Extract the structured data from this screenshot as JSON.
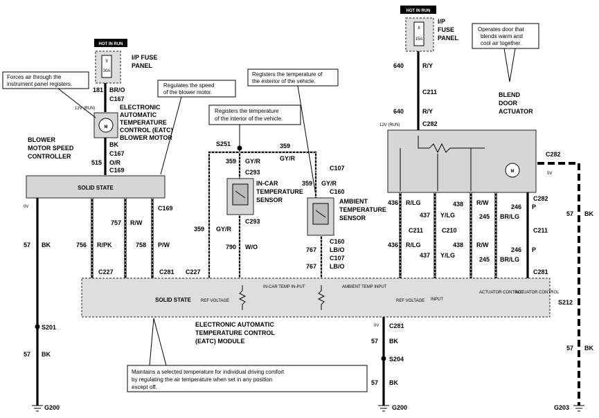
{
  "hot_in_run": "HOT IN RUN",
  "fuses": {
    "left": {
      "title_1": "I/P FUSE",
      "title_2": "PANEL",
      "num": "9",
      "amps": "30A"
    },
    "right": {
      "title_1": "I/P",
      "title_2": "FUSE",
      "title_3": "PANEL",
      "num": "8",
      "amps": "15A"
    }
  },
  "notes": {
    "forces_air_1": "Forces air through the",
    "forces_air_2": "instrument panel registers.",
    "regulates_speed_1": "Regulates the speed",
    "regulates_speed_2": "of the blower motor.",
    "incar_temp_1": "Registers the temperature",
    "incar_temp_2": "of the interior of the vehicle.",
    "exterior_temp_1": "Registers the temperature of",
    "exterior_temp_2": "the exterior of the vehicle.",
    "blend_door_1": "Operates door that",
    "blend_door_2": "blends warm and",
    "blend_door_3": "cool air together.",
    "maintains_1": "Maintains a selected temperature for individual driving comfort",
    "maintains_2": "by regulating the air temperature when set in any position",
    "maintains_3": "except off."
  },
  "components": {
    "blower_motor_1": "ELECTRONIC",
    "blower_motor_2": "AUTOMATIC",
    "blower_motor_3": "TEMPERATURE",
    "blower_motor_4": "CONTROL (EATC)",
    "blower_motor_5": "BLOWER MOTOR",
    "speed_ctrl_1": "BLOWER",
    "speed_ctrl_2": "MOTOR SPEED",
    "speed_ctrl_3": "CONTROLLER",
    "solid_state": "SOLID STATE",
    "incar_sensor_1": "IN-CAR",
    "incar_sensor_2": "TEMPERATURE",
    "incar_sensor_3": "SENSOR",
    "ambient_sensor_1": "AMBIENT",
    "ambient_sensor_2": "TEMPERATURE",
    "ambient_sensor_3": "SENSOR",
    "blend_actuator_1": "BLEND",
    "blend_actuator_2": "DOOR",
    "blend_actuator_3": "ACTUATOR",
    "module_1": "ELECTRONIC AUTOMATIC",
    "module_2": "TEMPERATURE CONTROL",
    "module_3": "(EATC) MODULE",
    "module_solid_state": "SOLID STATE"
  },
  "module_pins": {
    "ref_voltage_a": "REF VOLTAGE",
    "incar_temp_input": "IN-CAR TEMP IN-PUT",
    "ambient_temp_input": "AMBIENT TEMP INPUT",
    "ref_voltage_b": "REF VOLTAGE",
    "input": "INPUT",
    "actuator_ctrl_a": "ACTUATOR CONTROL",
    "actuator_ctrl_b": "ACTUATOR CONTROL"
  },
  "wires": {
    "c181": "181",
    "c181_color": "BR/O",
    "c515": "515",
    "c515_color": "O/R",
    "c757": "757",
    "c757_color": "R/W",
    "c756": "756",
    "c756_color": "R/PK",
    "c758": "758",
    "c758_color": "P/W",
    "c57": "57",
    "c57_color": "BK",
    "c359": "359",
    "c359_color": "GY/R",
    "c790": "790",
    "c790_color": "W/O",
    "c767": "767",
    "c767_color": "LB/O",
    "c640": "640",
    "c640_color": "R/Y",
    "c436": "436",
    "c436_color": "R/LG",
    "c437": "437",
    "c437_color": "Y/LG",
    "c438": "438",
    "c438_color": "R/W",
    "c245": "245",
    "c245_color": "BR/LG",
    "c246": "246",
    "c246_color": "P",
    "bk_label": "BK"
  },
  "connectors": {
    "c167": "C167",
    "c169": "C169",
    "c227": "C227",
    "c281": "C281",
    "c293": "C293",
    "c107": "C107",
    "c160": "C160",
    "c211": "C211",
    "c282": "C282",
    "c210": "C210"
  },
  "splices": {
    "s251": "S251",
    "s201": "S201",
    "s204": "S204",
    "s212": "S212"
  },
  "grounds": {
    "g200": "G200",
    "g203": "G203"
  },
  "voltages": {
    "run12": "12V (RUN)",
    "zero": "0V"
  }
}
